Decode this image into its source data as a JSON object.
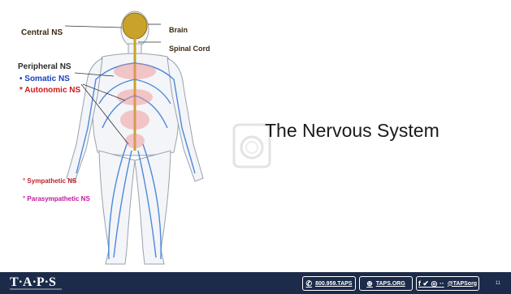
{
  "slide": {
    "title": "The Nervous System",
    "labels": {
      "central": "Central NS",
      "brain": "Brain",
      "spinal_cord": "Spinal Cord",
      "peripheral": "Peripheral NS",
      "somatic": "• Somatic NS",
      "autonomic": "* Autonomic NS",
      "sympathetic": "° Sympathetic NS",
      "parasympathetic": "° Parasympathetic NS"
    },
    "colors": {
      "somatic": "#1a3fbf",
      "autonomic": "#d01818",
      "parasympathetic": "#c0189a",
      "footer_bg": "#1b2b49"
    }
  },
  "footer": {
    "logo": "T·A·P·S",
    "phone": "800.959.TAPS",
    "phone_icon": "phone-icon",
    "website": "TAPS.ORG",
    "website_icon": "globe-icon",
    "social_icons": "f ✔ ◎ ··",
    "social_handle": "@TAPSorg",
    "page_number": "11"
  }
}
